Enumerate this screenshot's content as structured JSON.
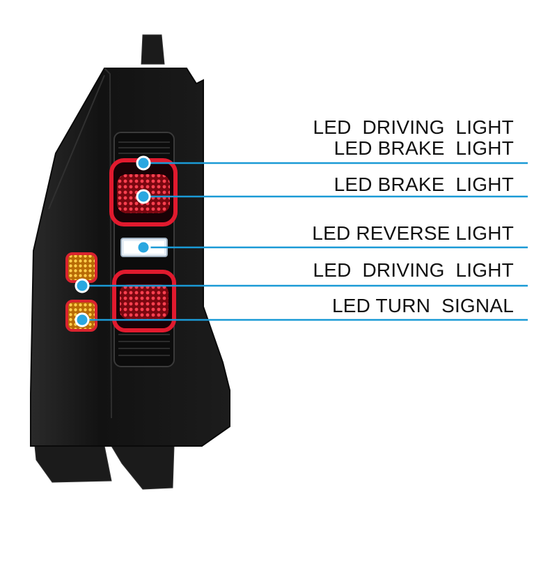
{
  "colors": {
    "callout_line": "#1a9ad6",
    "callout_dot": "#2aa7e0",
    "housing": "#151515",
    "brake_red": "#d6182a",
    "turn_amber": "#f2a31a",
    "reverse_white": "#ffffff"
  },
  "callouts": [
    {
      "label": "LED  DRIVING  LIGHT"
    },
    {
      "label": "LED BRAKE  LIGHT"
    },
    {
      "label": "LED BRAKE  LIGHT"
    },
    {
      "label": "LED REVERSE LIGHT"
    },
    {
      "label": "LED  DRIVING  LIGHT"
    },
    {
      "label": "LED TURN  SIGNAL"
    }
  ]
}
